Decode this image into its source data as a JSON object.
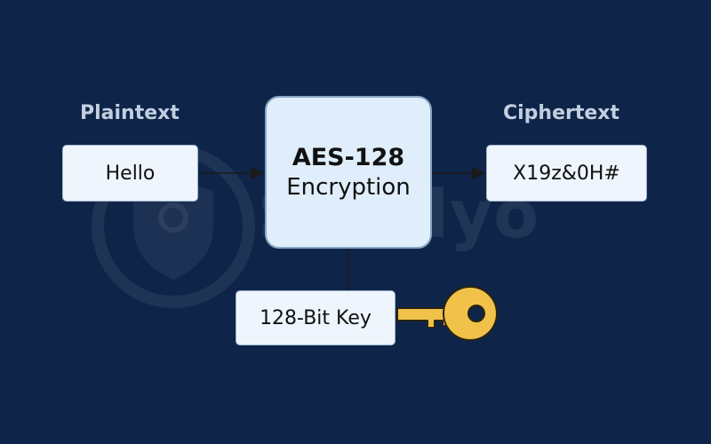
{
  "diagram": {
    "input_label": "Plaintext",
    "output_label": "Ciphertext",
    "input_value": "Hello",
    "output_value": "X19z&0H#",
    "process_title": "AES-128",
    "process_subtitle": "Encryption",
    "key_label": "128-Bit Key",
    "watermark": "Safelyo",
    "colors": {
      "background": "#0e2549",
      "box_fill": "#eef5fc",
      "process_fill": "#dfeefa",
      "label_text": "#c3cfe0",
      "key_gold": "#f0c24a",
      "arrow": "#1a1a1a"
    },
    "icons": [
      "arrow-right-icon",
      "key-icon",
      "shield-lock-icon"
    ]
  }
}
